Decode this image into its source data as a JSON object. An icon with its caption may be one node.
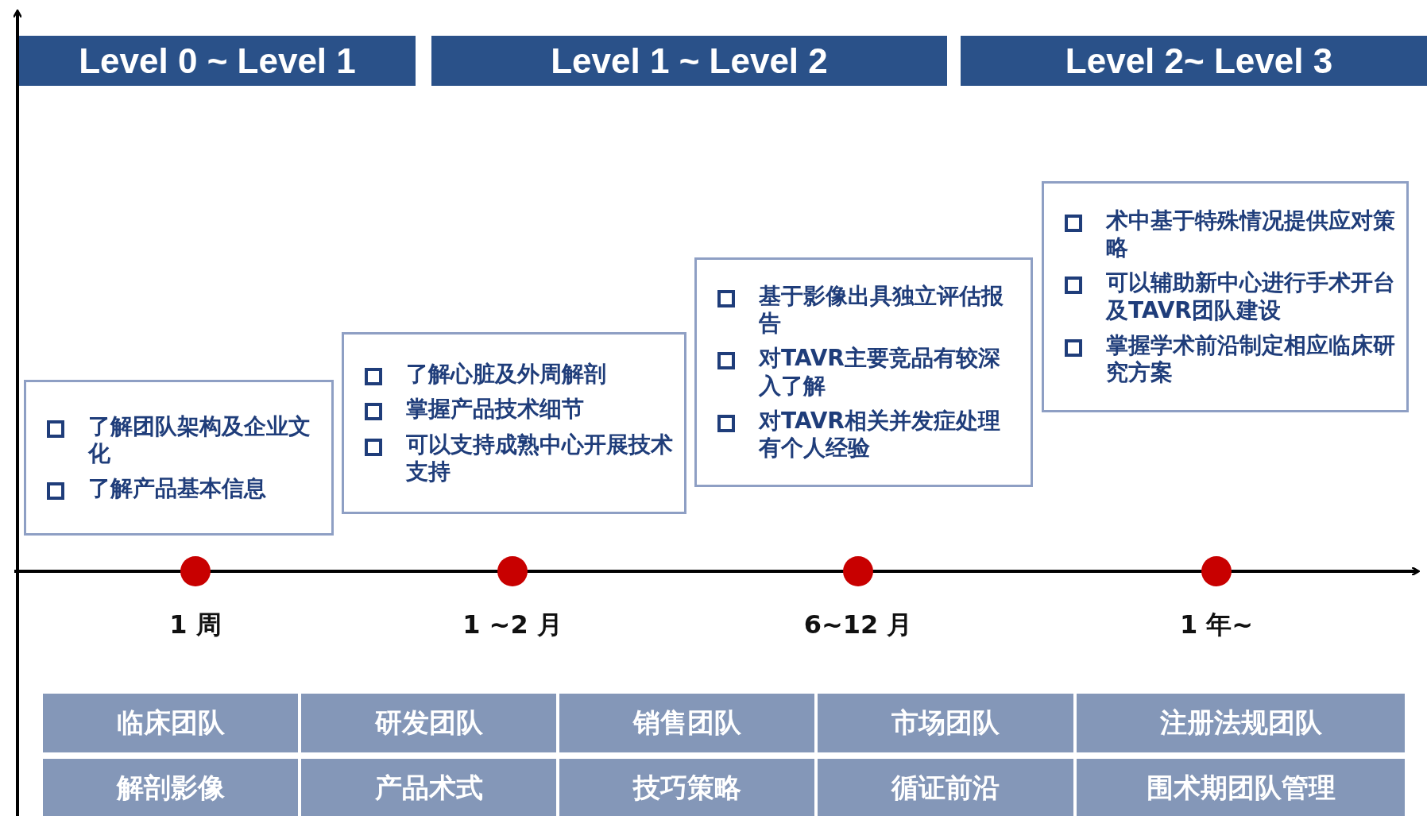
{
  "diagram": {
    "nodes": [
      {
        "text": [
          "Level 0 ~ Level 1"
        ]
      },
      {
        "text": [
          "Level 1 ~ Level 2"
        ]
      },
      {
        "text": [
          "Level 2~ Level 3"
        ]
      },
      {
        "text": [
          "了解团队架构及企业文化",
          "了解产品基本信息"
        ]
      },
      {
        "text": [
          "了解心脏及外周解剖",
          "掌握产品技术细节",
          "可以支持成熟中心开展技术支持"
        ]
      },
      {
        "text": [
          "基于影像出具独立评估报告",
          "对TAVR主要竞品有较深入了解",
          "对TAVR相关并发症处理有个人经验"
        ]
      },
      {
        "text": [
          "术中基于特殊情况提供应对策略",
          "可以辅助新中心进行手术开台及TAVR团队建设",
          "掌握学术前沿制定相应临床研究方案"
        ]
      },
      {
        "text": [],
        "shape": "circle",
        "beside": [
          "1 周"
        ]
      },
      {
        "text": [],
        "shape": "circle",
        "beside": [
          "1 ~2 月"
        ]
      },
      {
        "text": [],
        "shape": "circle",
        "beside": [
          "6~12 月"
        ]
      },
      {
        "text": [],
        "shape": "circle",
        "beside": [
          "1 年~"
        ]
      },
      {
        "text": [
          "临床团队"
        ]
      },
      {
        "text": [
          "研发团队"
        ]
      },
      {
        "text": [
          "销售团队"
        ]
      },
      {
        "text": [
          "市场团队"
        ]
      },
      {
        "text": [
          "注册法规团队"
        ]
      },
      {
        "text": [
          "解剖影像"
        ]
      },
      {
        "text": [
          "产品术式"
        ]
      },
      {
        "text": [
          "技巧策略"
        ]
      },
      {
        "text": [
          "循证前沿"
        ]
      },
      {
        "text": [
          "围术期团队管理"
        ]
      }
    ]
  }
}
